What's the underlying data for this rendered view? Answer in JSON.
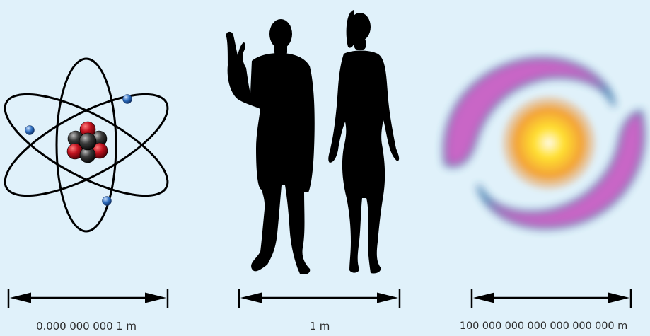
{
  "panels": [
    {
      "name": "atom",
      "scale_label": "0.000 000 000 1 m"
    },
    {
      "name": "human",
      "scale_label": "1 m"
    },
    {
      "name": "galaxy",
      "scale_label": "100 000 000 000 000 000 000 m"
    }
  ],
  "colors": {
    "background": "#e0f1fa",
    "ink": "#000000",
    "proton": "#c1121f",
    "neutron": "#3a3a3a",
    "electron": "#2f6fc0",
    "galaxy_arm": "#c85fc4",
    "galaxy_core": "#ffe030"
  }
}
